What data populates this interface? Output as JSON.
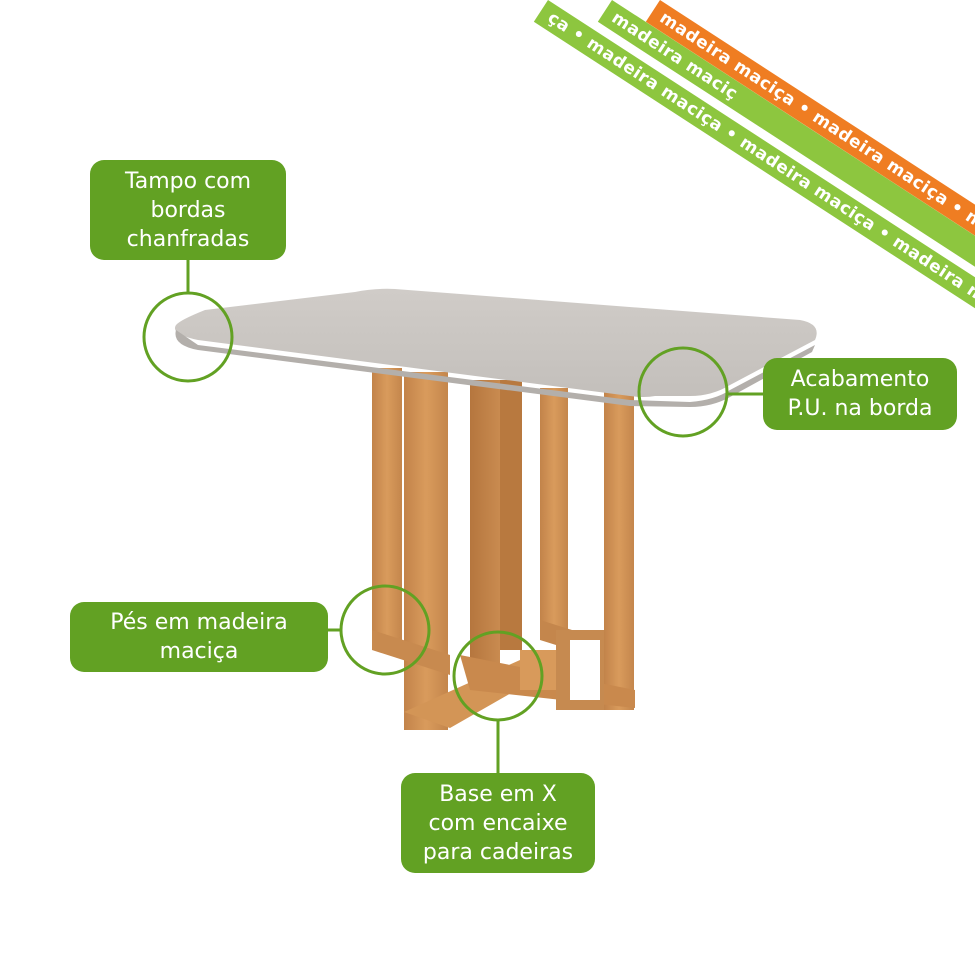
{
  "callouts": {
    "tampo": [
      "Tampo com",
      "bordas",
      "chanfradas"
    ],
    "acabamento": [
      "Acabamento",
      "P.U. na borda"
    ],
    "pes": [
      "Pés em madeira",
      "maciça"
    ],
    "base": [
      "Base em X",
      "com encaixe",
      "para cadeiras"
    ]
  },
  "ribbons": {
    "green_1": "ça • madeira maciça • madeira maciça • madeira maciça",
    "green_2": "madeira maciç",
    "orange": "madeira maciça • madeira maciça • madeira maciça • ma"
  },
  "colors": {
    "callout_green": "#62a123",
    "ribbon_green": "#8dc63f",
    "ribbon_orange": "#ef7d22",
    "tabletop": "#c9c5c1",
    "wood": "#cf8f4f"
  }
}
